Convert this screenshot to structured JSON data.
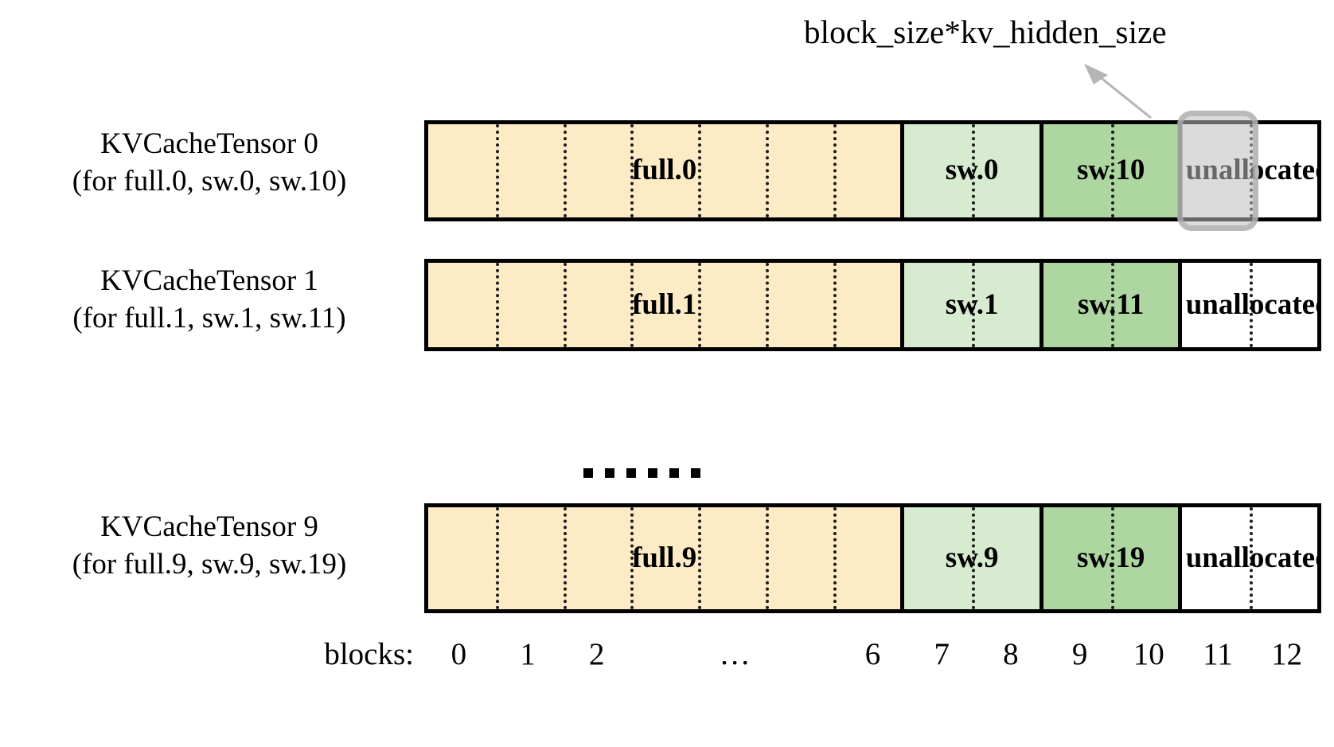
{
  "diagram": {
    "title_callout": "block_size*kv_hidden_size",
    "ellipsis": "......",
    "block_count": 13,
    "colors": {
      "full": "#fcebc4",
      "sliding_window_a": "#d6ebd0",
      "sliding_window_b": "#aed6a0",
      "unallocated": "#ffffff",
      "border": "#000000",
      "highlight": "#bebebe"
    },
    "axis": {
      "title": "blocks:",
      "ticks": [
        "0",
        "1",
        "2",
        "…",
        "6",
        "7",
        "8",
        "9",
        "10",
        "11",
        "12"
      ]
    },
    "rows": [
      {
        "label_line1": "KVCacheTensor 0",
        "label_line2": "(for full.0, sw.0, sw.10)",
        "segments": [
          {
            "name": "full.0",
            "kind": "full",
            "blocks": 7
          },
          {
            "name": "sw.0",
            "kind": "sliding_window_a",
            "blocks": 2
          },
          {
            "name": "sw.10",
            "kind": "sliding_window_b",
            "blocks": 2
          },
          {
            "name": "unallocated",
            "kind": "unallocated",
            "blocks": 2
          }
        ],
        "highlighted_block": 11
      },
      {
        "label_line1": "KVCacheTensor 1",
        "label_line2": "(for full.1, sw.1, sw.11)",
        "segments": [
          {
            "name": "full.1",
            "kind": "full",
            "blocks": 7
          },
          {
            "name": "sw.1",
            "kind": "sliding_window_a",
            "blocks": 2
          },
          {
            "name": "sw.11",
            "kind": "sliding_window_b",
            "blocks": 2
          },
          {
            "name": "unallocated",
            "kind": "unallocated",
            "blocks": 2
          }
        ],
        "highlighted_block": null
      },
      {
        "label_line1": "KVCacheTensor 9",
        "label_line2": "(for full.9, sw.9, sw.19)",
        "segments": [
          {
            "name": "full.9",
            "kind": "full",
            "blocks": 7
          },
          {
            "name": "sw.9",
            "kind": "sliding_window_a",
            "blocks": 2
          },
          {
            "name": "sw.19",
            "kind": "sliding_window_b",
            "blocks": 2
          },
          {
            "name": "unallocated",
            "kind": "unallocated",
            "blocks": 2
          }
        ],
        "highlighted_block": null
      }
    ]
  }
}
